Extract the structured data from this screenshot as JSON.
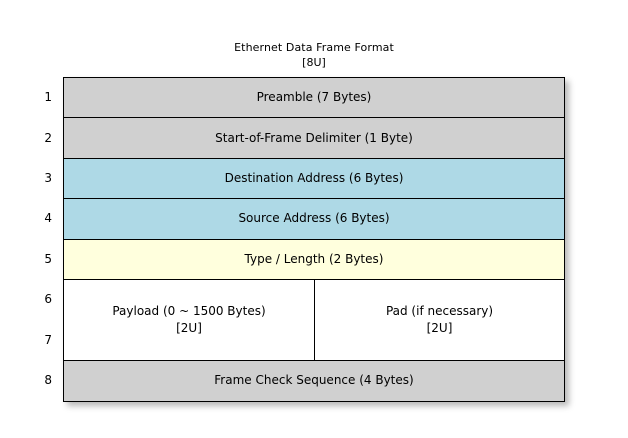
{
  "title": {
    "main": "Ethernet Data Frame Format",
    "subtitle": "[8U]"
  },
  "colors": {
    "gray": "#d0d0d0",
    "blue": "#aed9e6",
    "yellow": "#ffffdd",
    "white": "#ffffff",
    "border": "#000000",
    "background": "#ffffff"
  },
  "row_numbers": [
    "1",
    "2",
    "3",
    "4",
    "5",
    "6",
    "7",
    "8"
  ],
  "rows": [
    {
      "number": "1",
      "label": "Preamble (7 Bytes)",
      "fill": "gray"
    },
    {
      "number": "2",
      "label": "Start-of-Frame Delimiter (1 Byte)",
      "fill": "gray"
    },
    {
      "number": "3",
      "label": "Destination Address (6 Bytes)",
      "fill": "blue"
    },
    {
      "number": "4",
      "label": "Source Address (6 Bytes)",
      "fill": "blue"
    },
    {
      "number": "5",
      "label": "Type / Length (2 Bytes)",
      "fill": "yellow"
    },
    {
      "number": "6-7",
      "fill": "white",
      "split": true,
      "left": {
        "label": "Payload (0 ~ 1500 Bytes)",
        "sub": "[2U]"
      },
      "right": {
        "label": "Pad (if necessary)",
        "sub": "[2U]"
      }
    },
    {
      "number": "8",
      "label": "Frame Check Sequence (4 Bytes)",
      "fill": "gray"
    }
  ]
}
